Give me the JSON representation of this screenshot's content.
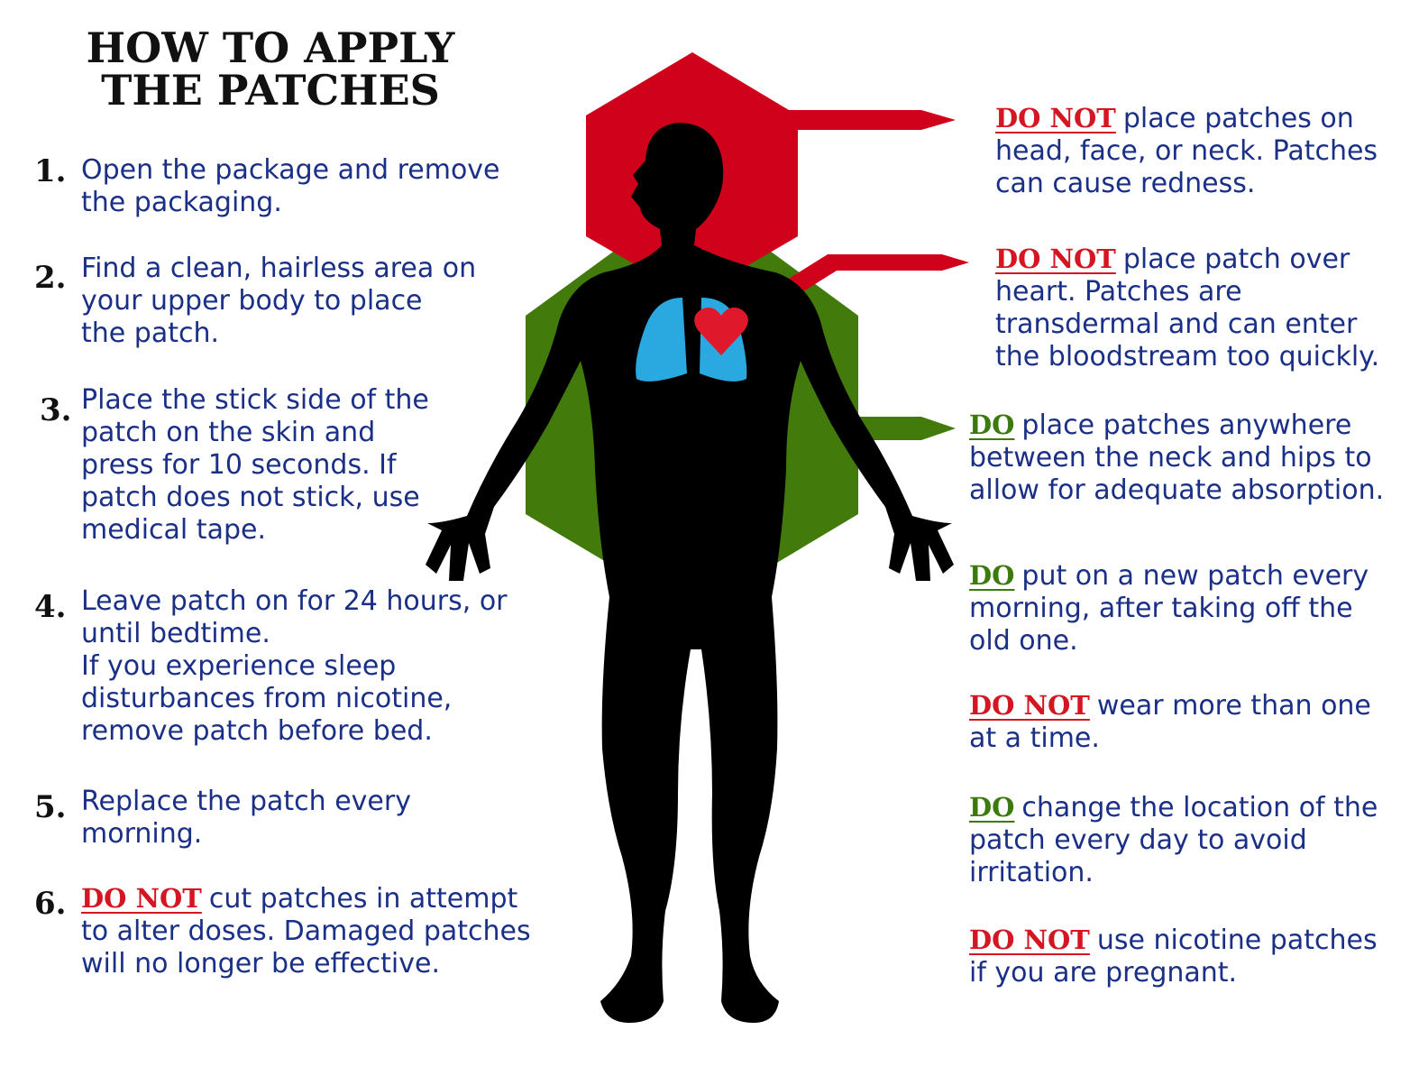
{
  "title": {
    "line1": "HOW TO APPLY",
    "line2": "THE PATCHES"
  },
  "steps": [
    {
      "number": "1.",
      "lines": [
        "Open the package and remove",
        "the packaging."
      ]
    },
    {
      "number": "2.",
      "lines": [
        "Find a clean, hairless area on",
        "your upper body to place",
        "the patch."
      ]
    },
    {
      "number": "3.",
      "lines": [
        "Place the stick side of the",
        "patch on the skin and",
        "press for 10 seconds. If",
        "patch does not stick, use",
        "medical tape."
      ]
    },
    {
      "number": "4.",
      "lines": [
        "Leave patch on for 24 hours, or",
        "until bedtime.",
        "If you experience sleep",
        "disturbances from nicotine,",
        "remove patch before bed."
      ]
    },
    {
      "number": "5.",
      "lines": [
        "Replace the patch every",
        "morning."
      ]
    },
    {
      "number": "6.",
      "keyword": "DO NOT",
      "lines": [
        "cut patches in attempt",
        "to alter doses. Damaged patches",
        "will no longer be effective."
      ]
    }
  ],
  "rules": [
    {
      "keyword": "DO NOT",
      "lines": [
        "place patches on",
        "head, face, or neck. Patches",
        "can cause redness."
      ]
    },
    {
      "keyword": "DO NOT",
      "lines": [
        "place patch over",
        "heart. Patches are",
        "transdermal and can enter",
        "the bloodstream too quickly."
      ]
    },
    {
      "keyword": "DO",
      "lines": [
        "place patches anywhere",
        "between the neck and hips to",
        "allow for adequate absorption."
      ]
    },
    {
      "keyword": "DO",
      "lines": [
        "put on a new patch every",
        "morning, after taking off the",
        "old one."
      ]
    },
    {
      "keyword": "DO NOT",
      "lines": [
        "wear more than one",
        "at a time."
      ]
    },
    {
      "keyword": "DO",
      "lines": [
        "change the location of the",
        "patch every day to avoid",
        "irritation."
      ]
    },
    {
      "keyword": "DO NOT",
      "lines": [
        "use nicotine patches",
        "if you are pregnant."
      ]
    }
  ],
  "colors": {
    "title": "#111111",
    "body_text": "#1a2f86",
    "do_not": "#d41622",
    "do": "#3d7a0e",
    "head_zone": "#d0021b",
    "torso_zone": "#427a0c",
    "silhouette": "#000000",
    "lungs": "#2aa8e0",
    "heart": "#e0182b"
  },
  "icons": {
    "figure": "human-body-silhouette-icon",
    "heart": "heart-icon",
    "lungs": "lungs-icon"
  }
}
